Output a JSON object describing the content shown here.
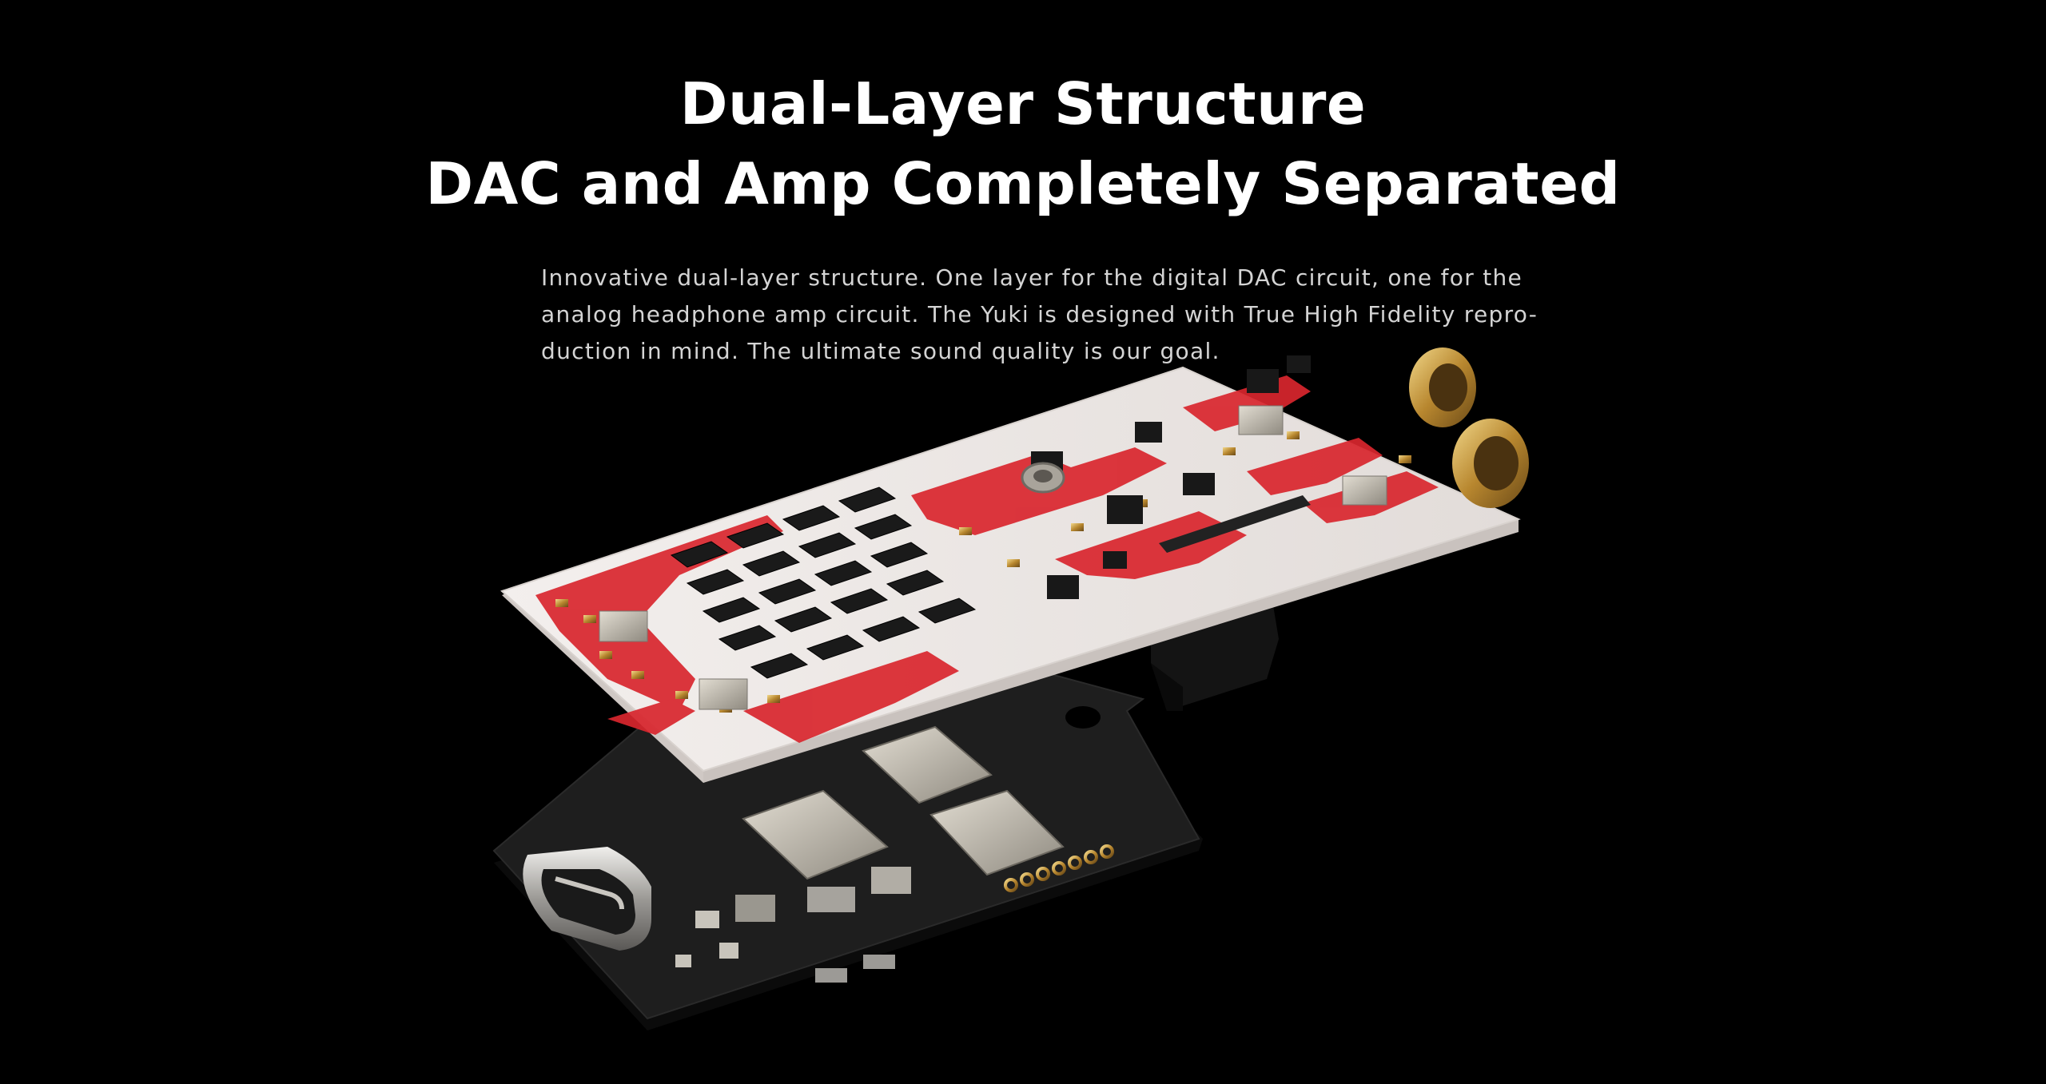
{
  "heading": {
    "line1": "Dual-Layer Structure",
    "line2": "DAC and Amp Completely Separated"
  },
  "description": {
    "line1": "Innovative dual-layer structure. One layer for the digital DAC circuit, one for the",
    "line2": "analog headphone amp circuit. The Yuki is designed with True High Fidelity repro-",
    "line3": "duction in mind. The ultimate sound quality is our goal."
  },
  "colors": {
    "background": "#000000",
    "heading": "#ffffff",
    "body_text": "#d4d4d4",
    "pcb_top": "#e8e2df",
    "pcb_trace": "#d9262e",
    "pcb_bottom": "#1c1c1c",
    "gold": "#c9a24a",
    "chip": "#1a1a1a",
    "shield": "#b9b4a8"
  },
  "image": {
    "name": "dual-layer-pcb-render"
  }
}
